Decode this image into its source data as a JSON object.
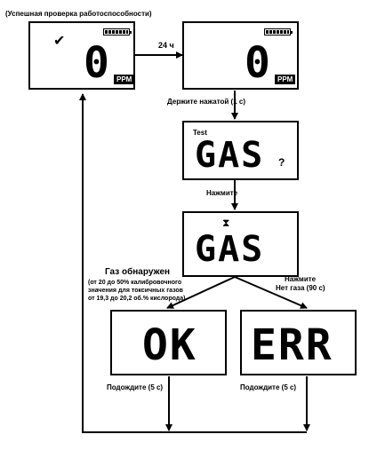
{
  "title": "(Успешная проверка работоспособности)",
  "labels": {
    "hours24": "24 ч",
    "hold": "Держите нажатой (1 с)",
    "press1": "Нажмите",
    "press2": "Нажмите",
    "no_gas": "Нет газа (90 с)",
    "gas_detected": "Газ обнаружен",
    "gas_note_1": "(от 20 до 50% калибровочного",
    "gas_note_2": "значения для токсичных газов",
    "gas_note_3": "от 19,3 до 20,2 об.% кислорода)",
    "wait_left": "Подождите (5 с)",
    "wait_right": "Подождите (5 с)"
  },
  "displays": {
    "d1": {
      "value": "0",
      "unit": "PPM",
      "check": "✔"
    },
    "d2": {
      "value": "0",
      "unit": "PPM"
    },
    "d3": {
      "test": "Test",
      "value": "GAS",
      "suffix": "?"
    },
    "d4": {
      "value": "GAS",
      "hourglass": "⧗"
    },
    "d5": {
      "value": "OK"
    },
    "d6": {
      "value": "ERR"
    }
  },
  "icons": {
    "check": "check-icon",
    "battery": "battery-icon",
    "hourglass": "hourglass-icon"
  }
}
